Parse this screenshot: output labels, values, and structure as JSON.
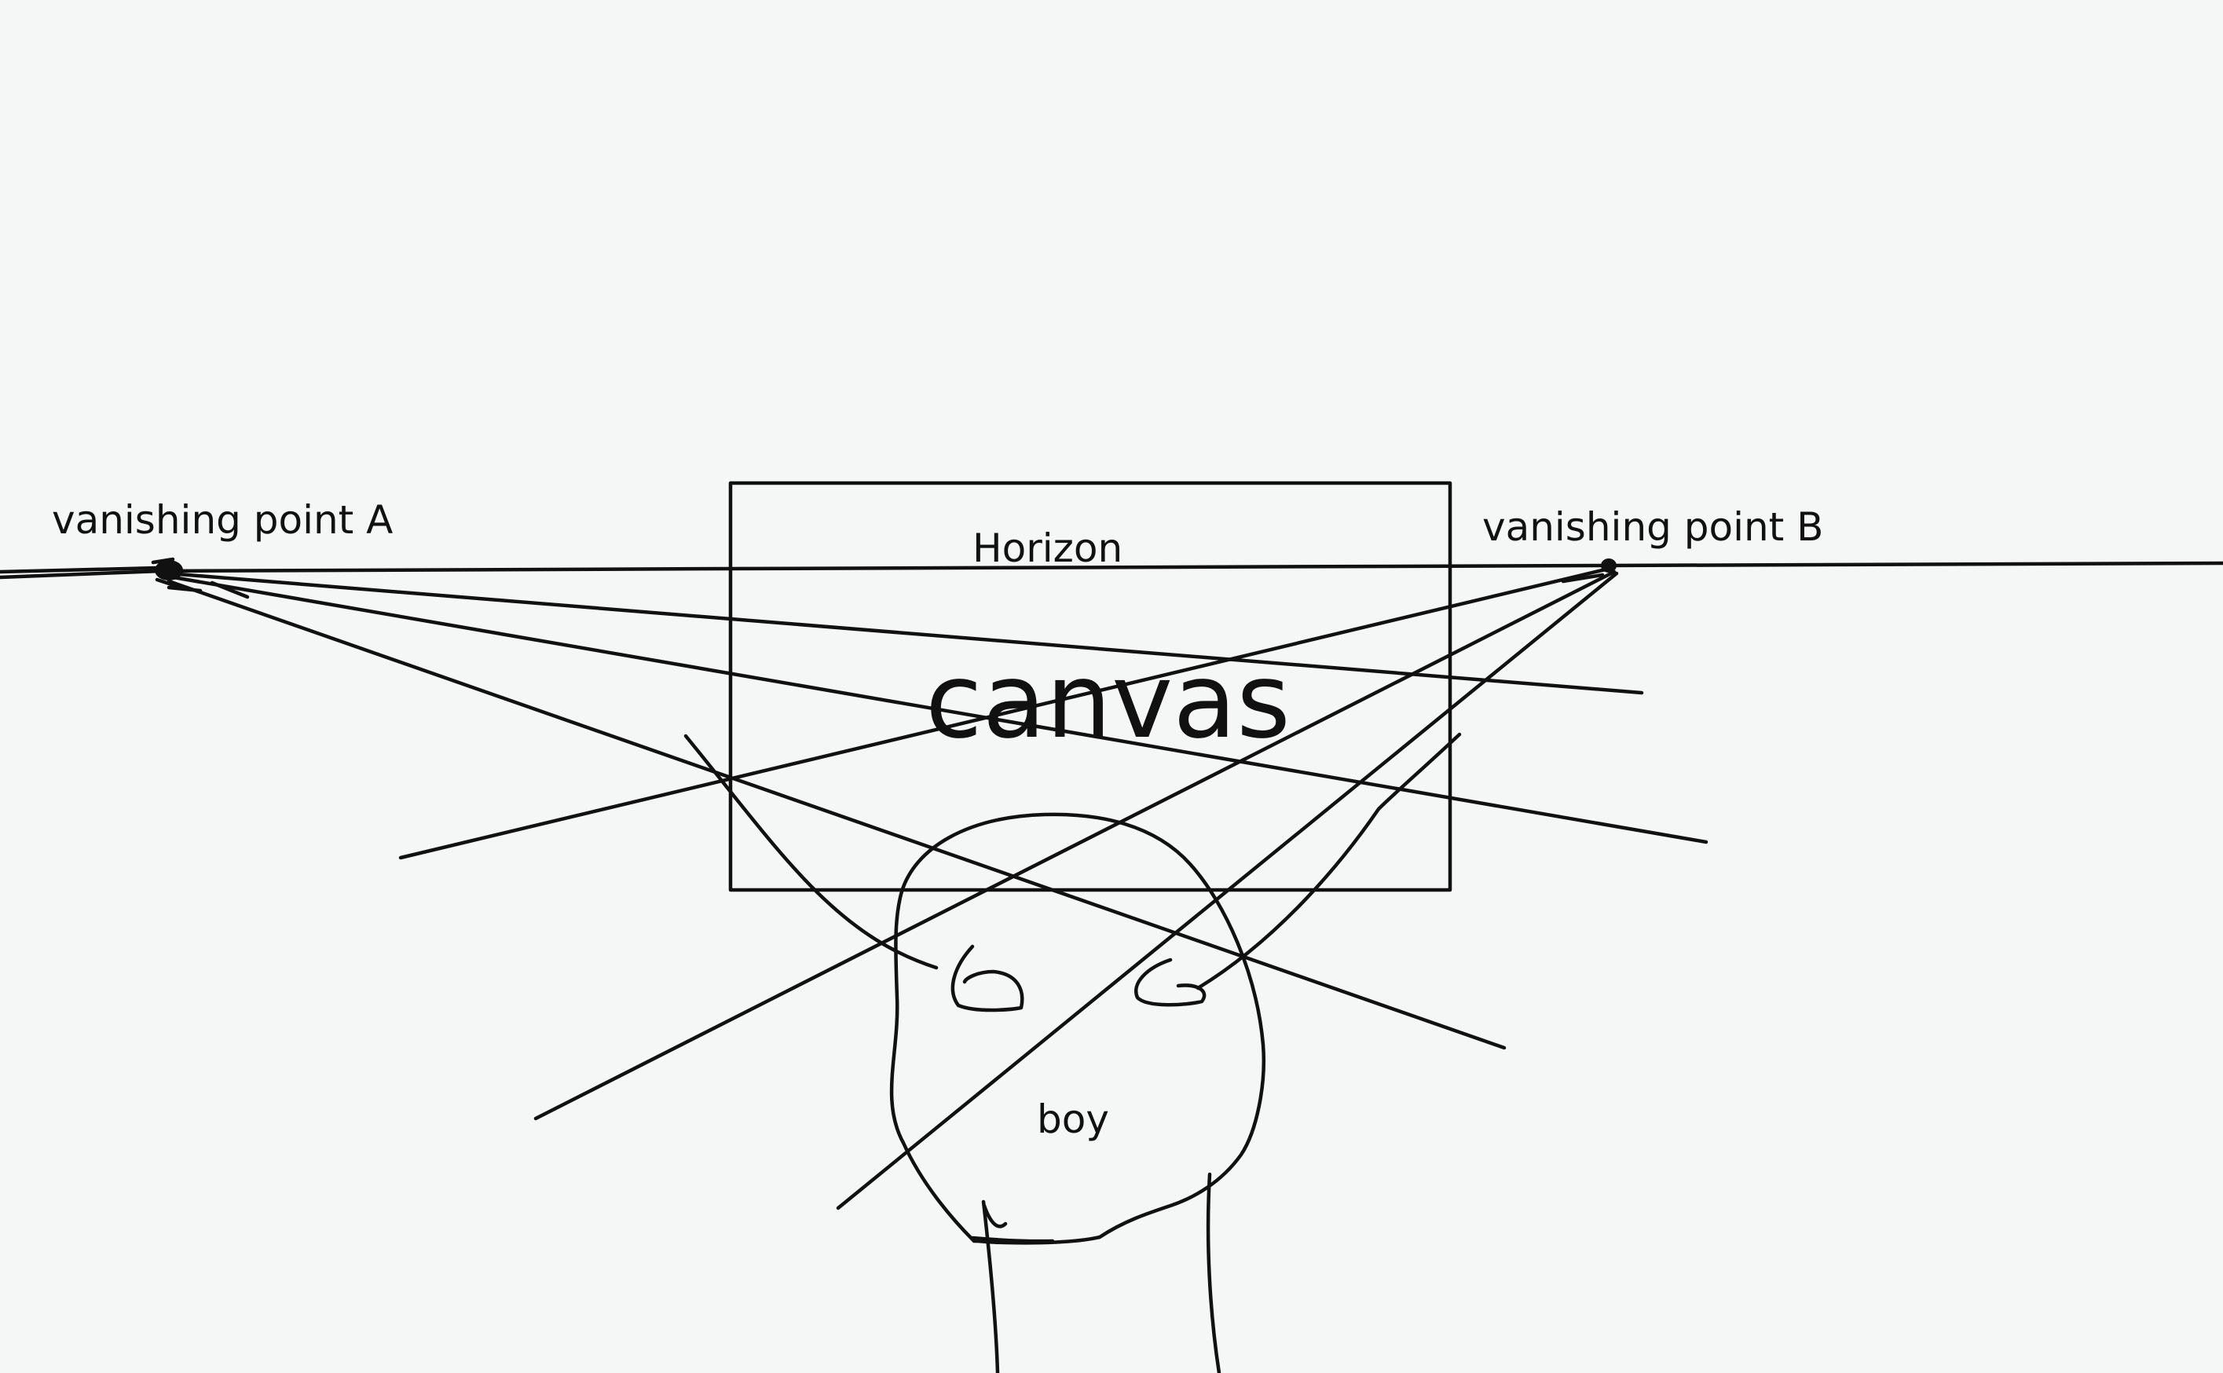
{
  "labels": {
    "vanishing_point_a": "vanishing point A",
    "vanishing_point_b": "vanishing point B",
    "horizon": "Horizon",
    "canvas": "canvas",
    "boy": "boy"
  },
  "colors": {
    "background": "#f5f6f6",
    "ink": "#111111"
  }
}
